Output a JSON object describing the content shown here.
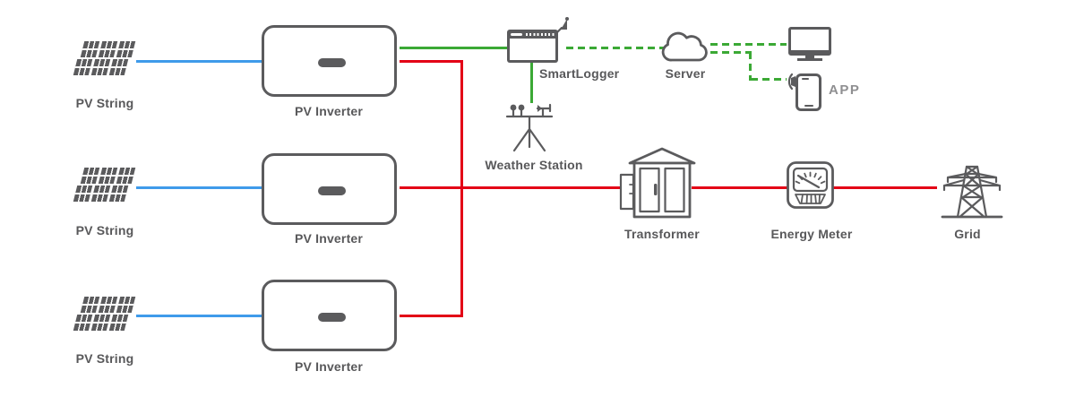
{
  "colors": {
    "icon_gray": "#5B5B5D",
    "label_gray": "#58585A",
    "muted_label_gray": "#8F8F91",
    "dc_blue": "#3F9BEA",
    "comm_green": "#3BA935",
    "ac_red": "#E30016"
  },
  "rows": [
    {
      "pv_string_label": "PV String",
      "pv_inverter_label": "PV Inverter"
    },
    {
      "pv_string_label": "PV String",
      "pv_inverter_label": "PV Inverter"
    },
    {
      "pv_string_label": "PV String",
      "pv_inverter_label": "PV Inverter"
    }
  ],
  "nodes": {
    "smartlogger": {
      "label": "SmartLogger",
      "icon": "smartlogger-icon"
    },
    "server": {
      "label": "Server",
      "icon": "cloud-icon"
    },
    "monitoring_pc": {
      "icon": "monitor-icon"
    },
    "app": {
      "label": "APP",
      "icon": "smartphone-icon"
    },
    "weather_station": {
      "label": "Weather Station",
      "icon": "weather-station-icon"
    },
    "transformer": {
      "label": "Transformer",
      "icon": "transformer-icon"
    },
    "energy_meter": {
      "label": "Energy Meter",
      "icon": "energy-meter-icon"
    },
    "grid": {
      "label": "Grid",
      "icon": "transmission-tower-icon"
    }
  },
  "edges": [
    {
      "from": "pv_string_1",
      "to": "pv_inverter_1",
      "style": "solid",
      "color": "dc_blue"
    },
    {
      "from": "pv_string_2",
      "to": "pv_inverter_2",
      "style": "solid",
      "color": "dc_blue"
    },
    {
      "from": "pv_string_3",
      "to": "pv_inverter_3",
      "style": "solid",
      "color": "dc_blue"
    },
    {
      "from": "pv_inverter_1",
      "to": "smartlogger",
      "style": "solid",
      "color": "comm_green"
    },
    {
      "from": "smartlogger",
      "to": "weather_station",
      "style": "solid",
      "color": "comm_green"
    },
    {
      "from": "smartlogger",
      "to": "server",
      "style": "dashed",
      "color": "comm_green"
    },
    {
      "from": "server",
      "to": "monitoring_pc",
      "style": "dashed",
      "color": "comm_green"
    },
    {
      "from": "server",
      "to": "app",
      "style": "dashed",
      "color": "comm_green"
    },
    {
      "from": "pv_inverter_1",
      "to": "ac_bus",
      "style": "solid",
      "color": "ac_red"
    },
    {
      "from": "pv_inverter_2",
      "to": "transformer",
      "style": "solid",
      "color": "ac_red"
    },
    {
      "from": "pv_inverter_3",
      "to": "ac_bus",
      "style": "solid",
      "color": "ac_red"
    },
    {
      "from": "transformer",
      "to": "energy_meter",
      "style": "solid",
      "color": "ac_red"
    },
    {
      "from": "energy_meter",
      "to": "grid",
      "style": "solid",
      "color": "ac_red"
    }
  ]
}
